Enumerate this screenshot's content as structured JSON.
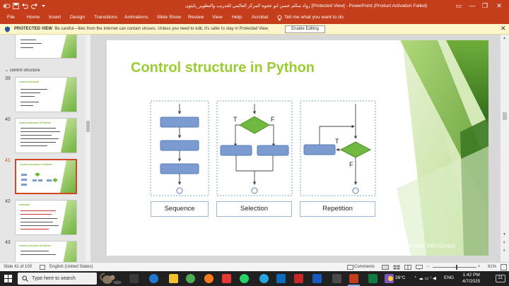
{
  "titlebar": {
    "title": "رواد سالم حسن ابو عجوه  المركز العالمي للتدريب والتطوير_بايثون [Protected View] - PowerPoint (Product Activation Failed)",
    "minimize_glyph": "—",
    "restore_glyph": "❐",
    "close_glyph": "✕"
  },
  "menu": {
    "file": "File",
    "home": "Home",
    "insert": "Insert",
    "design": "Design",
    "transitions": "Transitions",
    "animations": "Animations",
    "slideshow": "Slide Show",
    "review": "Review",
    "view": "View",
    "help": "Help",
    "acrobat": "Acrobat",
    "tellme": "Tell me what you want to do"
  },
  "protected_view": {
    "label": "PROTECTED VIEW",
    "message": "Be careful—files from the Internet can contain viruses. Unless you need to edit, it's safer to stay in Protected View.",
    "enable_button": "Enable Editing",
    "close_glyph": "✕"
  },
  "thumbnails": {
    "section": "control structure",
    "items": [
      {
        "num": "39",
        "title": "control structure"
      },
      {
        "num": "40",
        "title": "control structure in Python"
      },
      {
        "num": "41",
        "title": "Control structure in Python"
      },
      {
        "num": "42",
        "title": "selection"
      },
      {
        "num": "43",
        "title": "control structure in Python"
      }
    ]
  },
  "slide": {
    "title": "Control structure in Python",
    "captions": {
      "sequence": "Sequence",
      "selection": "Selection",
      "repetition": "Repetition"
    },
    "labels": {
      "t1": "T",
      "f1": "F",
      "t2": "T",
      "f2": "F"
    },
    "watermark": "Activate Windows"
  },
  "status": {
    "slide_info": "Slide 41 of 100",
    "language": "English (United States)",
    "comments": "Comments",
    "zoom": "81%"
  },
  "taskbar": {
    "search_placeholder": "Type here to search",
    "weather": "26°C",
    "language": "ENG",
    "time": "1:42 PM",
    "date": "4/7/2025",
    "notification_count": "21"
  },
  "colors": {
    "accent": "#c43e1c",
    "title_green": "#9acd32",
    "box_blue": "#7b9bd1",
    "diamond_green": "#70b83f"
  }
}
